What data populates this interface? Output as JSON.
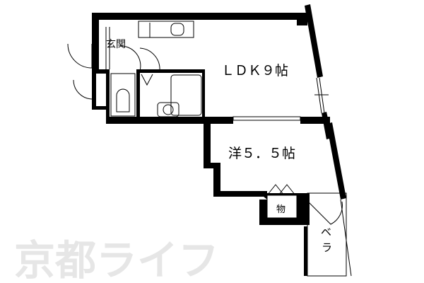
{
  "floor_plan": {
    "rooms": {
      "entrance": "玄関",
      "ldk": "ＬＤＫ９帖",
      "western_room": "洋５．５帖",
      "storage": "物",
      "balcony_1": "ベ",
      "balcony_2": "ラ"
    },
    "watermark": "京都ライフ",
    "colors": {
      "wall": "#000000",
      "watermark": "#e6e6e6"
    }
  }
}
